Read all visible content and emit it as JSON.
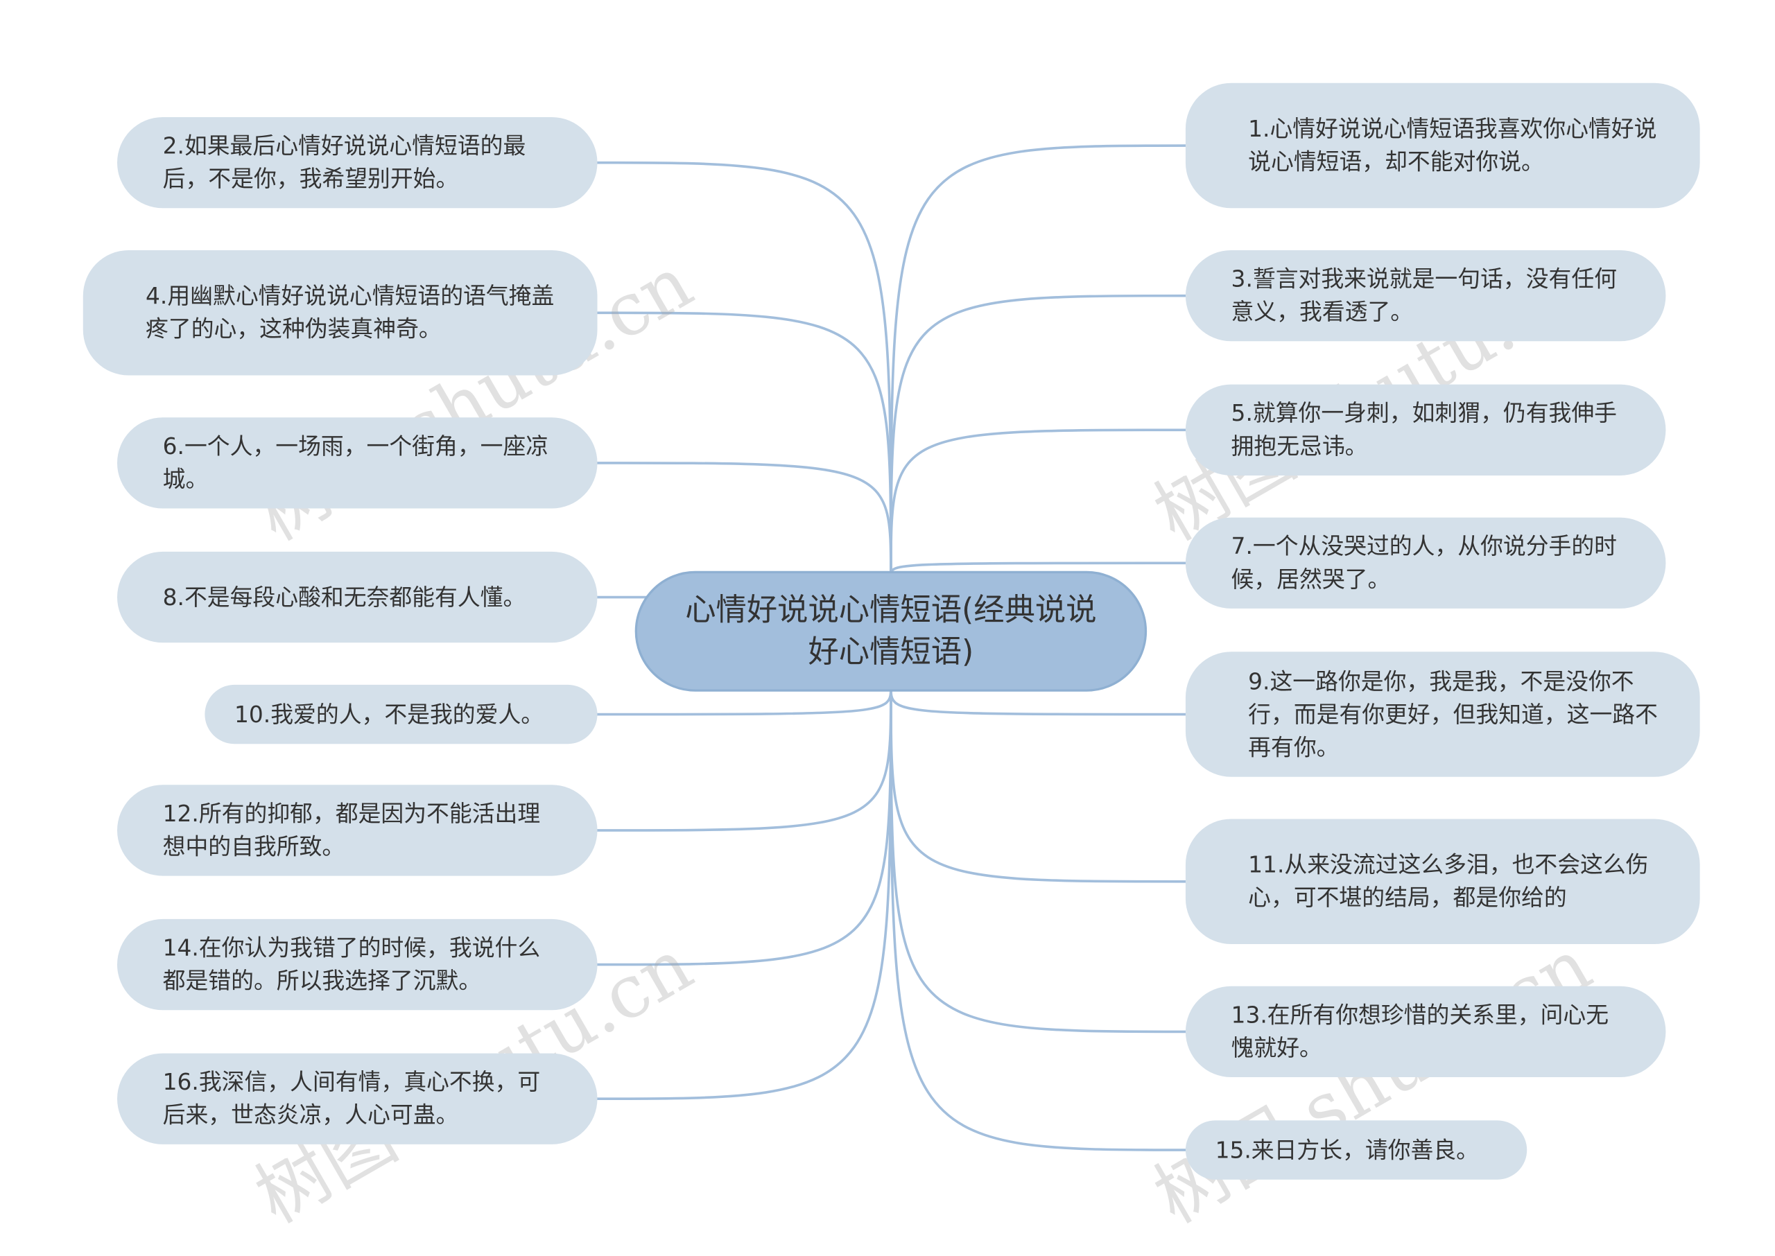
{
  "root": {
    "label": "心情好说说心情短语(经典说说好心情短语)"
  },
  "left_items": [
    {
      "text": "2.如果最后心情好说说心情短语的最后，不是你，我希望别开始。"
    },
    {
      "text": "4.用幽默心情好说说心情短语的语气掩盖疼了的心，这种伪装真神奇。"
    },
    {
      "text": "6.一个人，一场雨，一个街角，一座凉城。"
    },
    {
      "text": "8.不是每段心酸和无奈都能有人懂。"
    },
    {
      "text": "10.我爱的人，不是我的爱人。"
    },
    {
      "text": "12.所有的抑郁，都是因为不能活出理想中的自我所致。"
    },
    {
      "text": "14.在你认为我错了的时候，我说什么都是错的。所以我选择了沉默。"
    },
    {
      "text": "16.我深信，人间有情，真心不换，可后来，世态炎凉，人心可蛊。"
    }
  ],
  "right_items": [
    {
      "text": "1.心情好说说心情短语我喜欢你心情好说说心情短语，却不能对你说。"
    },
    {
      "text": "3.誓言对我来说就是一句话，没有任何意义，我看透了。"
    },
    {
      "text": "5.就算你一身刺，如刺猬，仍有我伸手拥抱无忌讳。"
    },
    {
      "text": "7.一个从没哭过的人，从你说分手的时候，居然哭了。"
    },
    {
      "text": "9.这一路你是你，我是我，不是没你不行，而是有你更好，但我知道，这一路不再有你。"
    },
    {
      "text": "11.从来没流过这么多泪，也不会这么伤心，可不堪的结局，都是你给的"
    },
    {
      "text": "13.在所有你想珍惜的关系里，问心无愧就好。"
    },
    {
      "text": "15.来日方长，请你善良。"
    }
  ],
  "watermark": "树图 shutu.cn",
  "colors": {
    "node_bg": "#d4e0ea",
    "root_bg": "#a2bedc",
    "link": "#a2bedc",
    "text": "#333333"
  }
}
